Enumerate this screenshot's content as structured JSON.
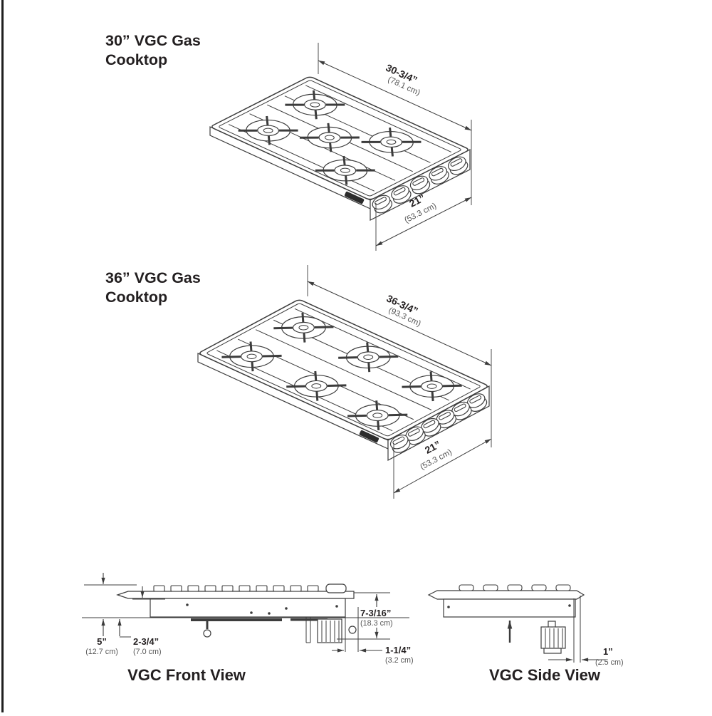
{
  "page": {
    "background": "#ffffff",
    "ink": "#231f20",
    "line_color": "#3c3c3c"
  },
  "cooktop30": {
    "title_line1": "30” VGC Gas",
    "title_line2": "Cooktop",
    "burner_count": 5,
    "knob_count": 5,
    "width_dim": {
      "value": "30-3/4”",
      "metric": "(78.1 cm)"
    },
    "depth_dim": {
      "value": "21”",
      "metric": "(53.3 cm)"
    }
  },
  "cooktop36": {
    "title_line1": "36” VGC Gas",
    "title_line2": "Cooktop",
    "burner_count": 6,
    "knob_count": 6,
    "width_dim": {
      "value": "36-3/4”",
      "metric": "(93.3 cm)"
    },
    "depth_dim": {
      "value": "21”",
      "metric": "(53.3 cm)"
    }
  },
  "front_view": {
    "caption": "VGC Front View",
    "height_dim": {
      "value": "5”",
      "metric": "(12.7 cm)"
    },
    "inset_dim": {
      "value": "2-3/4”",
      "metric": "(7.0 cm)"
    },
    "below_counter_dim": {
      "value": "7-3/16”",
      "metric": "(18.3 cm)"
    },
    "offset_dim": {
      "value": "1-1/4”",
      "metric": "(3.2 cm)"
    }
  },
  "side_view": {
    "caption": "VGC Side View",
    "clearance_dim": {
      "value": "1”",
      "metric": "(2.5 cm)"
    }
  }
}
